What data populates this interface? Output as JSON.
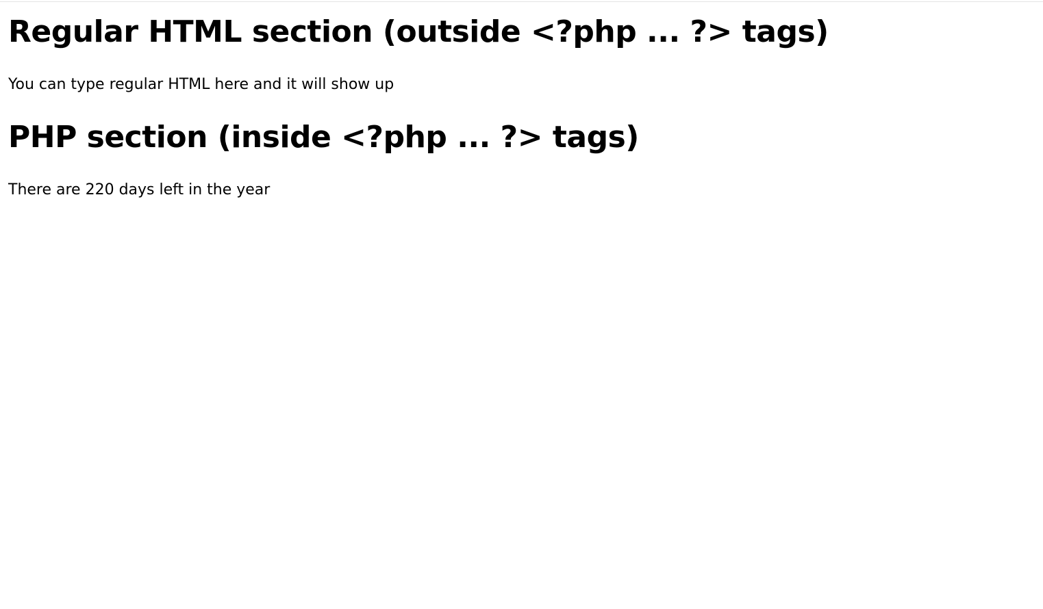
{
  "sections": {
    "regular": {
      "heading": "Regular HTML section (outside <?php ... ?> tags)",
      "text": "You can type regular HTML here and it will show up"
    },
    "php": {
      "heading": "PHP section (inside <?php ... ?> tags)",
      "text": "There are 220 days left in the year"
    }
  }
}
